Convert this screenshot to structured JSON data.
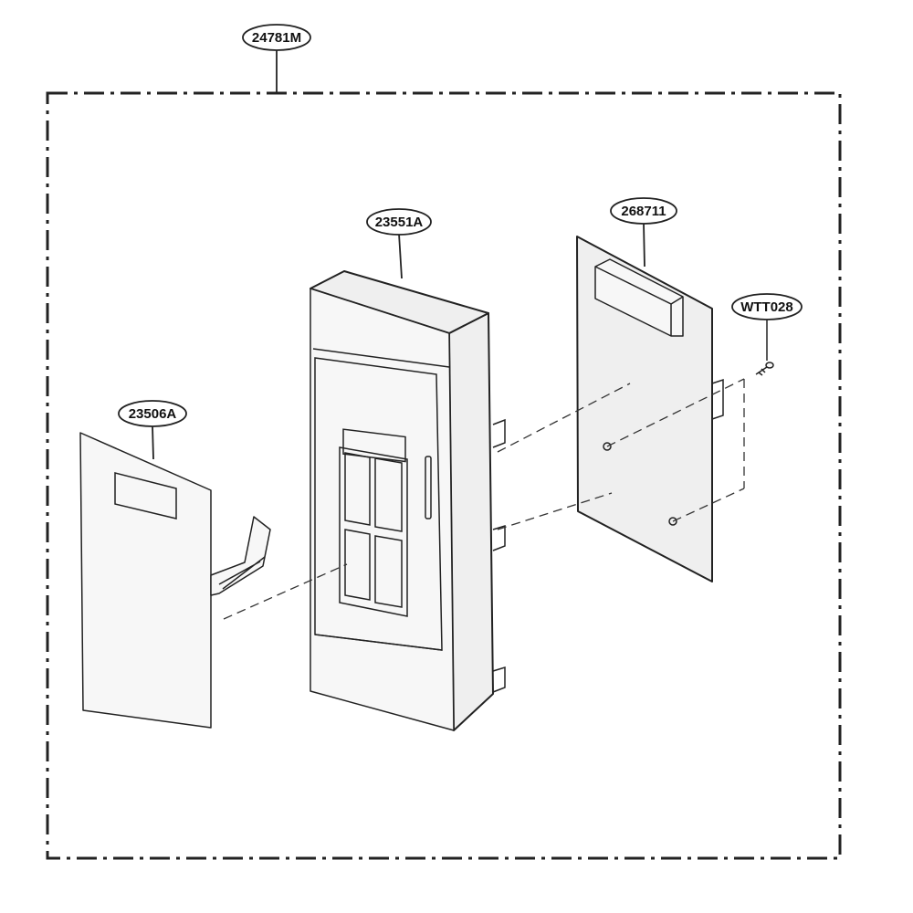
{
  "diagram": {
    "callouts": {
      "assembly": "24781M",
      "front_panel": "23551A",
      "membrane_sheet": "23506A",
      "pcb": "268711",
      "screw": "WTT028"
    }
  }
}
